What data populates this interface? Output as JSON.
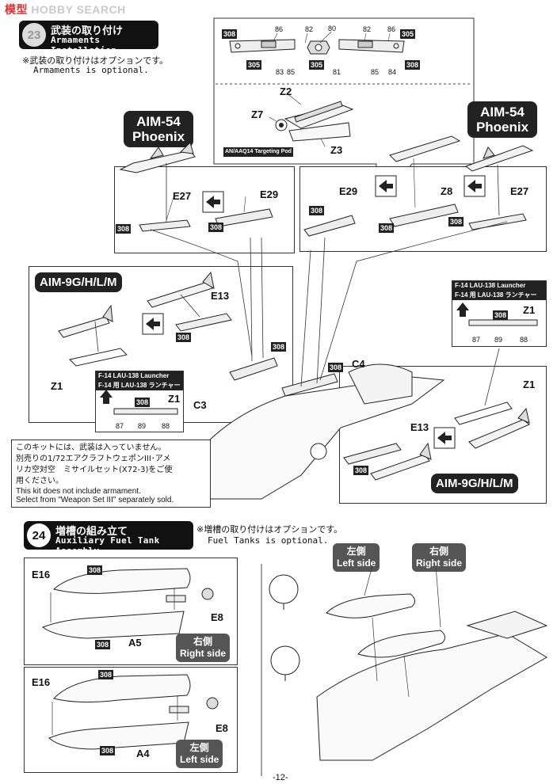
{
  "watermark": {
    "prefix": "模型",
    "brand": "HOBBY SEARCH"
  },
  "step23": {
    "number": "23",
    "title_jp": "武装の取り付け",
    "title_en": "Armaments Installation",
    "note_jp": "※武装の取り付けはオプションです。",
    "note_en": "Armaments is optional."
  },
  "pod_panel": {
    "parts_top": [
      "308",
      "86",
      "82",
      "80",
      "82",
      "86",
      "305"
    ],
    "parts_bottom": [
      "305",
      "83",
      "85",
      "305",
      "81",
      "85",
      "84",
      "308"
    ],
    "pod_parts": [
      "Z2",
      "Z7",
      "Z3"
    ],
    "pod_label": "AN/AAQ14 Targeting Pod"
  },
  "left_phoenix": {
    "label": "AIM-54\nPhoenix",
    "parts": [
      "E27",
      "E29"
    ],
    "tags": [
      "308",
      "308"
    ]
  },
  "right_phoenix": {
    "label": "AIM-54\nPhoenix",
    "parts": [
      "E29",
      "Z8",
      "E27"
    ],
    "tags": [
      "308",
      "308",
      "308"
    ]
  },
  "left_sidewinder": {
    "label": "AIM-9G/H/L/M",
    "parts": [
      "E13",
      "Z1"
    ],
    "tags": [
      "308"
    ]
  },
  "launcher_left": {
    "title_en": "F-14 LAU-138 Launcher",
    "title_jp": "F-14 用 LAU-138 ランチャー",
    "part": "Z1",
    "tag": "308",
    "refs": [
      "87",
      "89",
      "88"
    ]
  },
  "launcher_right": {
    "title_en": "F-14 LAU-138 Launcher",
    "title_jp": "F-14 用 LAU-138 ランチャー",
    "part": "Z1",
    "tag": "308",
    "refs": [
      "87",
      "89",
      "88"
    ]
  },
  "main_parts": {
    "c3": "C3",
    "c4": "C4",
    "tag_c3": "308",
    "tag_c4": "308",
    "z1": "Z1"
  },
  "right_sidewinder": {
    "label": "AIM-9G/H/L/M",
    "part": "E13",
    "tag": "308"
  },
  "kit_note": {
    "jp": [
      "このキットには、武装は入っていません。",
      "別売りの1/72エアクラフトウェポンIII･アメ",
      "リカ空対空　ミサイルセット(X72-3)をご使",
      "用ください。"
    ],
    "en": [
      "This kit does not include armament.",
      "Select from \"Weapon Set III\" separately sold."
    ]
  },
  "step24": {
    "number": "24",
    "title_jp": "増槽の組み立て",
    "title_en": "Auxiliary Fuel Tank Assembly",
    "note_jp": "※増槽の取り付けはオプションです。",
    "note_en": "Fuel Tanks is optional."
  },
  "tank_right": {
    "parts": [
      "E16",
      "A5",
      "E8"
    ],
    "tags": [
      "308",
      "308"
    ],
    "side_jp": "右側",
    "side_en": "Right side"
  },
  "tank_left": {
    "parts": [
      "E16",
      "A4",
      "E8"
    ],
    "tags": [
      "308",
      "308"
    ],
    "side_jp": "左側",
    "side_en": "Left side"
  },
  "install_labels": {
    "left_jp": "左側",
    "left_en": "Left side",
    "right_jp": "右側",
    "right_en": "Right side"
  },
  "page_number": "-12-"
}
